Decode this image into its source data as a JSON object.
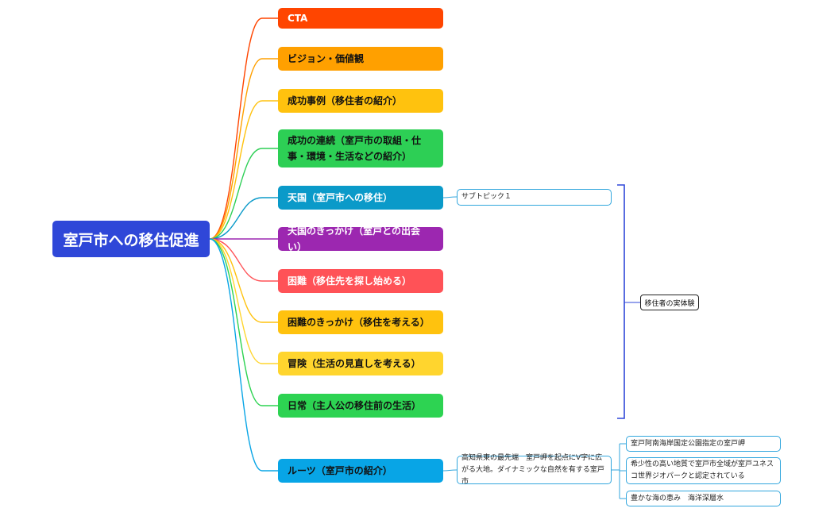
{
  "root": {
    "label": "室戸市への移住促進",
    "color": "#2f47d8"
  },
  "branches": [
    {
      "label": "CTA",
      "bg": "#ff4500",
      "fg": "#ffffff"
    },
    {
      "label": "ビジョン・価値観",
      "bg": "#ffa000",
      "fg": "#111111"
    },
    {
      "label": "成功事例（移住者の紹介）",
      "bg": "#ffc20e",
      "fg": "#111111"
    },
    {
      "label": "成功の連続（室戸市の取組・仕事・環境・生活などの紹介）",
      "bg": "#2dcf55",
      "fg": "#111111"
    },
    {
      "label": "天国（室戸市への移住）",
      "bg": "#0a9ac9",
      "fg": "#ffffff"
    },
    {
      "label": "天国のきっかけ（室戸との出会い）",
      "bg": "#9c27b0",
      "fg": "#ffffff"
    },
    {
      "label": "困難（移住先を探し始める）",
      "bg": "#ff5257",
      "fg": "#ffffff"
    },
    {
      "label": "困難のきっかけ（移住を考える）",
      "bg": "#ffc20e",
      "fg": "#111111"
    },
    {
      "label": "冒険（生活の見直しを考える）",
      "bg": "#ffd52e",
      "fg": "#111111"
    },
    {
      "label": "日常（主人公の移住前の生活）",
      "bg": "#2dd352",
      "fg": "#111111"
    },
    {
      "label": "ルーツ（室戸市の紹介）",
      "bg": "#08a5e6",
      "fg": "#111111"
    }
  ],
  "subtopic": {
    "label": "サブトピック１"
  },
  "summary": {
    "label": "移住者の実体験"
  },
  "roots_detail": {
    "label": "高知県東の最先端　室戸岬を起点にV字に広がる大地。ダイナミックな自然を有する室戸市"
  },
  "roots_children": [
    {
      "label": "室戸阿南海岸国定公園指定の室戸岬"
    },
    {
      "label": "希少性の高い地質で室戸市全域が室戸ユネスコ世界ジオパークと認定されている"
    },
    {
      "label": "豊かな海の恵み　海洋深層水"
    }
  ],
  "colors": {
    "connector_blue": "#31a6dd",
    "bracket": "#2f47d8"
  }
}
